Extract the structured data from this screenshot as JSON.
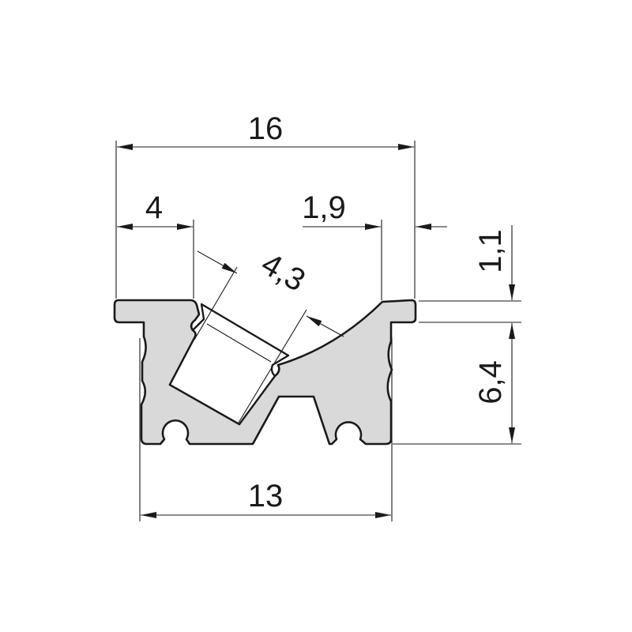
{
  "drawing": {
    "dimensions": {
      "overall_width": "16",
      "left_flange": "4",
      "right_flange": "1,9",
      "flange_thickness": "1,1",
      "height": "6,4",
      "base_width": "13",
      "diffuser_width": "4,3"
    },
    "colors": {
      "profile_fill": "#d9d9d9",
      "line": "#1a1a1a"
    }
  }
}
